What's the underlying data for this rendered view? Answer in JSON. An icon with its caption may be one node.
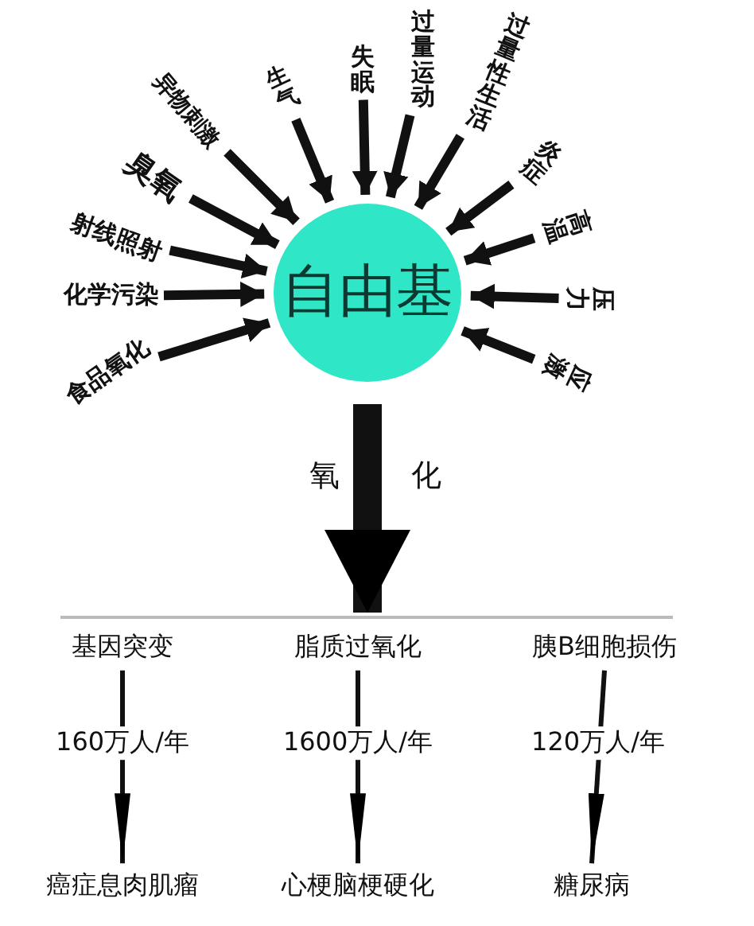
{
  "diagram": {
    "nodes": [
      {
        "text": [
          "自由基"
        ]
      },
      {
        "text": [
          "食品氧化"
        ]
      },
      {
        "text": [
          "化学污染"
        ]
      },
      {
        "text": [
          "射线照射"
        ]
      },
      {
        "text": [
          "臭氧"
        ]
      },
      {
        "text": [
          "异物刺激"
        ]
      },
      {
        "text": [
          "生气"
        ]
      },
      {
        "text": [
          "失眠"
        ]
      },
      {
        "text": [
          "过量运动"
        ]
      },
      {
        "text": [
          "过量性生活"
        ]
      },
      {
        "text": [
          "炎症"
        ]
      },
      {
        "text": [
          "高温"
        ]
      },
      {
        "text": [
          "压力"
        ]
      },
      {
        "text": [
          "应激"
        ]
      },
      {
        "text": [],
        "shape": "bar"
      },
      {
        "text": [
          "基因突变"
        ]
      },
      {
        "text": [
          "脂质过氧化"
        ]
      },
      {
        "text": [
          "胰B细胞损伤"
        ]
      },
      {
        "text": [
          "癌症息肉肌瘤"
        ]
      },
      {
        "text": [
          "心梗脑梗硬化"
        ]
      },
      {
        "text": [
          "糖尿病"
        ]
      }
    ],
    "edges": [
      {
        "from": 1,
        "to": 0,
        "arrow": "to"
      },
      {
        "from": 2,
        "to": 0,
        "arrow": "to"
      },
      {
        "from": 3,
        "to": 0,
        "arrow": "to"
      },
      {
        "from": 4,
        "to": 0,
        "arrow": "to"
      },
      {
        "from": 5,
        "to": 0,
        "arrow": "to"
      },
      {
        "from": 6,
        "to": 0,
        "arrow": "to"
      },
      {
        "from": 7,
        "to": 0,
        "arrow": "to"
      },
      {
        "from": 8,
        "to": 0,
        "arrow": "to"
      },
      {
        "from": 9,
        "to": 0,
        "arrow": "to"
      },
      {
        "from": 10,
        "to": 0,
        "arrow": "to"
      },
      {
        "from": 11,
        "to": 0,
        "arrow": "to"
      },
      {
        "from": 12,
        "to": 0,
        "arrow": "to"
      },
      {
        "from": 13,
        "to": 0,
        "arrow": "to"
      },
      {
        "from": 0,
        "to": 14,
        "arrow": "to",
        "style": "thick"
      },
      {
        "from": 15,
        "to": 18,
        "arrow": "to",
        "label": "160万人/年"
      },
      {
        "from": 16,
        "to": 19,
        "arrow": "to",
        "label": "1600万人/年"
      },
      {
        "from": 17,
        "to": 20,
        "arrow": "to",
        "label": "120万人/年"
      }
    ],
    "labels": [
      "氧",
      "化"
    ]
  }
}
